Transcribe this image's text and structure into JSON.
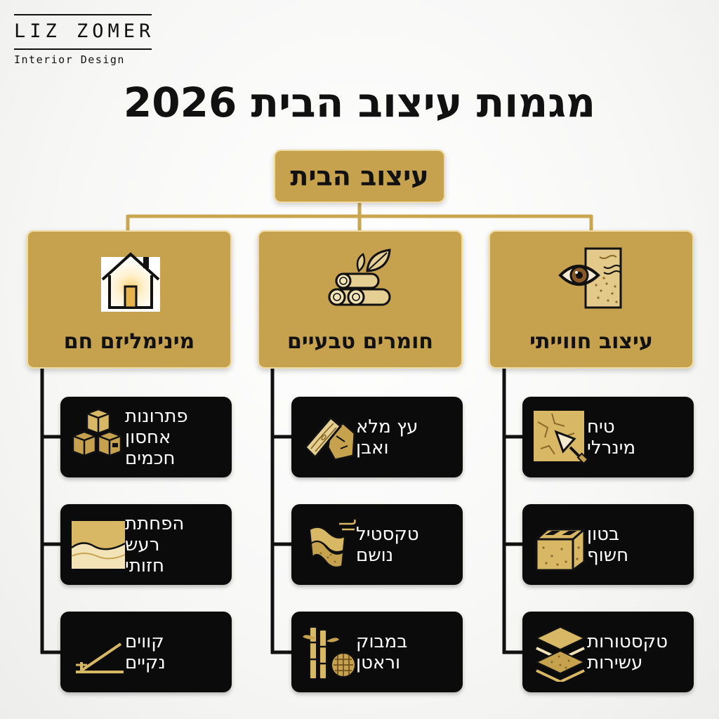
{
  "logo": {
    "name": "LIZ ZOMER",
    "tagline": "Interior Design"
  },
  "title": "מגמות עיצוב הבית 2026",
  "root": {
    "label": "עיצוב הבית"
  },
  "colors": {
    "gold": "#c6a24e",
    "gold_light": "#e6cf92",
    "card": "#0b0b0b",
    "line": "#111111",
    "background": "#f6f6f5"
  },
  "categories": [
    {
      "label": "עיצוב חווייתי",
      "icon": "eye-texture-icon",
      "items": [
        {
          "lines": [
            "טיח",
            "מינרלי"
          ],
          "icon": "trowel-plaster-icon"
        },
        {
          "lines": [
            "בטון",
            "חשוף"
          ],
          "icon": "concrete-block-icon"
        },
        {
          "lines": [
            "טקסטורות",
            "עשירות"
          ],
          "icon": "texture-layers-icon"
        }
      ]
    },
    {
      "label": "חומרים טבעיים",
      "icon": "logs-leaf-icon",
      "items": [
        {
          "lines": [
            "עץ מלא",
            "ואבן"
          ],
          "icon": "wood-stone-icon"
        },
        {
          "lines": [
            "טקסטיל",
            "נושם"
          ],
          "icon": "fabric-wind-icon"
        },
        {
          "lines": [
            "במבוק",
            "וראטן"
          ],
          "icon": "bamboo-rattan-icon"
        }
      ]
    },
    {
      "label": "מינימליזם חם",
      "icon": "warm-house-icon",
      "items": [
        {
          "lines": [
            "פתרונות",
            "אחסון",
            "חכמים"
          ],
          "icon": "storage-boxes-icon"
        },
        {
          "lines": [
            "הפחתת",
            "רעש",
            "חזותי"
          ],
          "icon": "calm-waves-icon"
        },
        {
          "lines": [
            "קווים",
            "נקיים"
          ],
          "icon": "clean-lines-icon"
        }
      ]
    }
  ]
}
